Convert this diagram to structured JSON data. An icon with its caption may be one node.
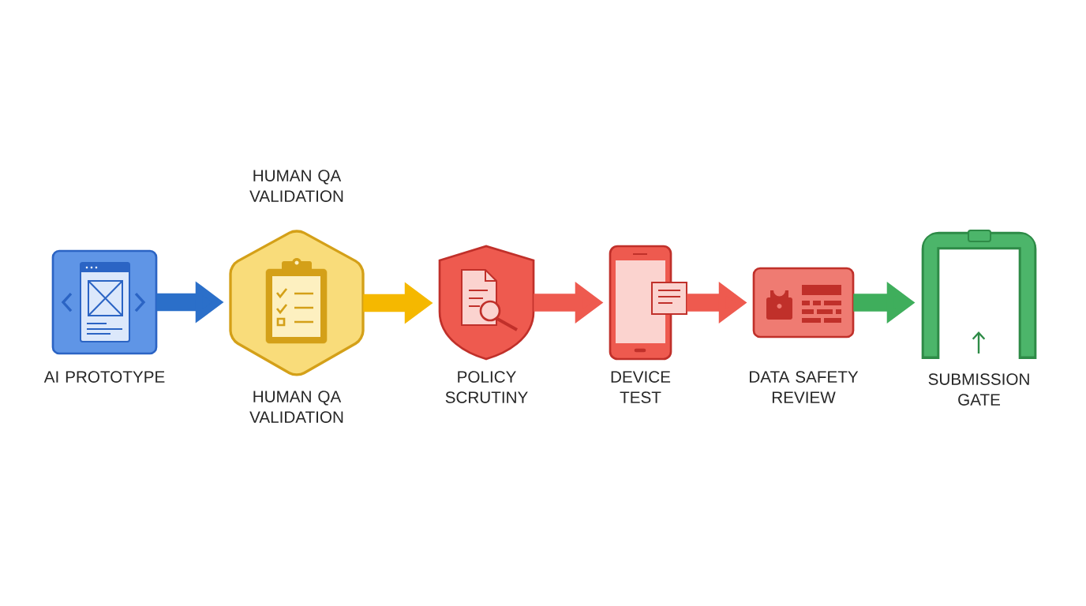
{
  "diagram": {
    "nodes": [
      {
        "text": [
          "AI PROTOTYPE"
        ]
      },
      {
        "text": [
          "HUMAN QA VALIDATION",
          "HUMAN QA VALIDATION"
        ]
      },
      {
        "text": [
          "POLICY SCRUTINY"
        ]
      },
      {
        "text": [
          "DEVICE TEST"
        ]
      },
      {
        "text": [
          "DATA SAFETY REVIEW"
        ]
      },
      {
        "text": [
          "SUBMISSION GATE"
        ]
      }
    ],
    "edges": [
      {
        "from": 0,
        "to": 1,
        "arrow": "to",
        "color": "#2b6fc9"
      },
      {
        "from": 1,
        "to": 2,
        "arrow": "to",
        "color": "#f5b800"
      },
      {
        "from": 2,
        "to": 3,
        "arrow": "to"
      },
      {
        "from": 3,
        "to": 4,
        "arrow": "to"
      },
      {
        "from": 4,
        "to": 5,
        "arrow": "to",
        "color": "#3fae5c"
      }
    ]
  }
}
